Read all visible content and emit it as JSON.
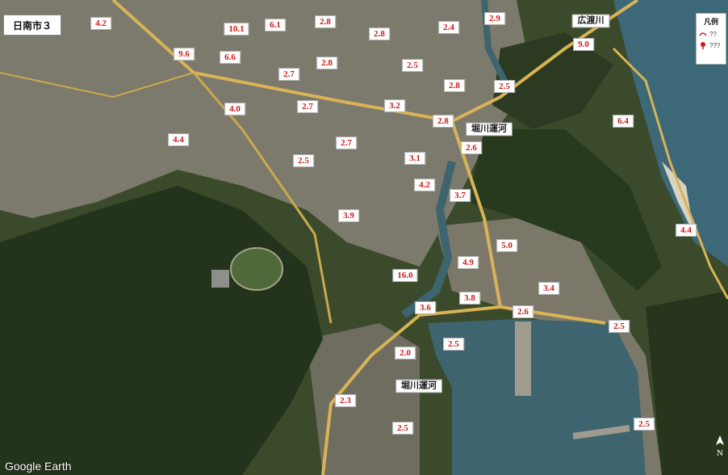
{
  "map": {
    "title": "日南市３",
    "brand": "Google Earth",
    "north": "N",
    "legend": {
      "title": "凡例",
      "items": [
        {
          "icon": "red-curve-icon",
          "label": "??"
        },
        {
          "icon": "red-pin-icon",
          "label": "???"
        }
      ]
    },
    "places": [
      "広渡川",
      "堀川運河",
      "堀川運河"
    ],
    "values": [
      "4.2",
      "10.1",
      "6.1",
      "2.8",
      "2.4",
      "2.9",
      "9.0",
      "9.6",
      "6.6",
      "2.8",
      "2.8",
      "2.7",
      "2.5",
      "2.8",
      "2.5",
      "4.0",
      "2.7",
      "3.2",
      "2.8",
      "6.4",
      "4.4",
      "2.7",
      "2.6",
      "2.5",
      "3.1",
      "4.2",
      "3.7",
      "3.9",
      "4.4",
      "5.0",
      "4.9",
      "16.0",
      "3.4",
      "3.8",
      "3.6",
      "2.6",
      "2.5",
      "2.0",
      "2.5",
      "2.3",
      "2.5",
      "2.5"
    ],
    "colors": {
      "label_text": "#d01818",
      "road": "#d9b356",
      "sea": "#3c6a78"
    }
  }
}
